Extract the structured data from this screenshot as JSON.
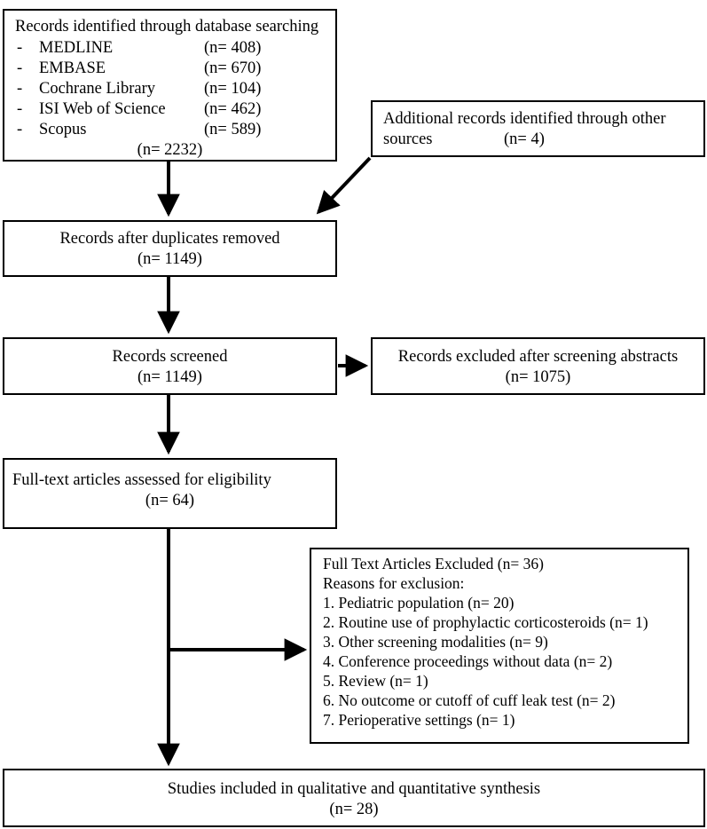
{
  "diagram": {
    "title": "PRISMA study selection flow diagram",
    "line_color": "#000000",
    "box_border_color": "#000000",
    "background": "#ffffff"
  },
  "identification": {
    "heading": "Records identified through database searching",
    "databases": [
      {
        "bullet": "-",
        "name": "MEDLINE",
        "count": "(n= 408)"
      },
      {
        "bullet": "-",
        "name": "EMBASE",
        "count": "(n= 670)"
      },
      {
        "bullet": "-",
        "name": "Cochrane Library",
        "count": "(n= 104)"
      },
      {
        "bullet": "-",
        "name": "ISI Web of Science",
        "count": "(n= 462)"
      },
      {
        "bullet": "-",
        "name": "Scopus",
        "count": "(n= 589)"
      }
    ],
    "total": "(n= 2232)"
  },
  "additional_records": {
    "line1": "Additional records identified through other",
    "line2_label": "sources",
    "line2_count": "(n= 4)"
  },
  "duplicates_removed": {
    "line1": "Records after duplicates removed",
    "line2": "(n= 1149)"
  },
  "screened": {
    "line1": "Records screened",
    "line2": "(n= 1149)"
  },
  "excluded_abstracts": {
    "line1": "Records excluded after screening abstracts",
    "line2": "(n= 1075)"
  },
  "full_text_assessed": {
    "line1": "Full-text articles assessed for eligibility",
    "line2": "(n= 64)"
  },
  "full_text_excluded": {
    "heading": "Full Text Articles Excluded  (n= 36)",
    "subheading": "Reasons for exclusion:",
    "reasons": [
      "1. Pediatric population (n= 20)",
      "2. Routine use of prophylactic corticosteroids (n= 1)",
      "3. Other screening modalities (n= 9)",
      "4. Conference proceedings without data (n= 2)",
      "5. Review (n= 1)",
      "6. No outcome or cutoff of cuff leak test (n= 2)",
      "7. Perioperative settings (n= 1)"
    ]
  },
  "included": {
    "line1": "Studies included in qualitative and quantitative synthesis",
    "line2": "(n= 28)"
  }
}
